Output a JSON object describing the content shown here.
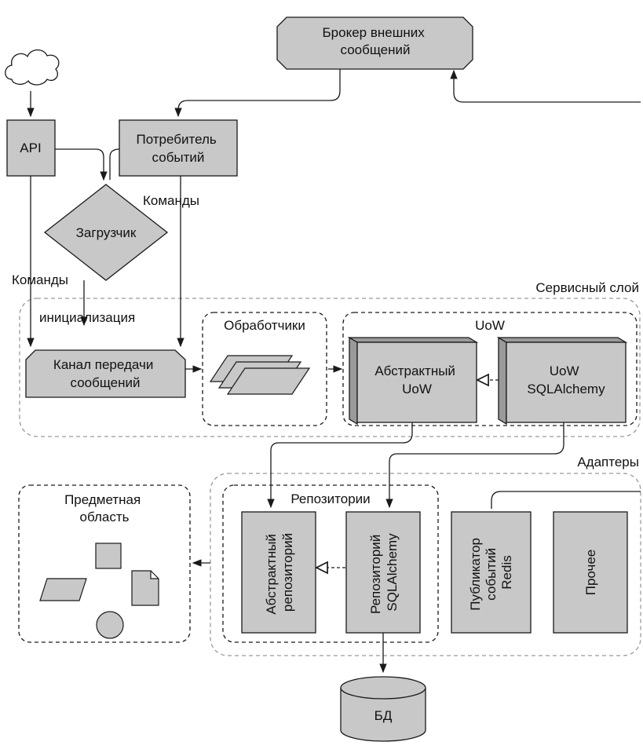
{
  "diagram": {
    "broker": "Брокер внешних сообщений",
    "broker_lines": [
      "Брокер внешних",
      "сообщений"
    ],
    "api": "API",
    "consumer_lines": [
      "Потребитель",
      "событий"
    ],
    "bootstrap": "Загрузчик",
    "commands_left": "Команды",
    "commands_right": "Команды",
    "init": "инициализация",
    "service_layer": "Сервисный слой",
    "bus_lines": [
      "Канал передачи",
      "сообщений"
    ],
    "handlers": "Обработчики",
    "uow_group": "UoW",
    "abstract_uow_lines": [
      "Абстрактный",
      "UoW"
    ],
    "sqlalchemy_uow_lines": [
      "UoW",
      "SQLAlchemy"
    ],
    "adapters": "Адаптеры",
    "domain_lines": [
      "Предметная",
      "область"
    ],
    "repositories": "Репозитории",
    "abstract_repo_lines": [
      "Абстрактный",
      "репозиторий"
    ],
    "sqlalchemy_repo_lines": [
      "Репозиторий",
      "SQLAlchemy"
    ],
    "redis_publisher_lines": [
      "Публикатор",
      "событий",
      "Redis"
    ],
    "other": "Прочее",
    "db": "БД"
  },
  "colors": {
    "fill": "#c8c8c8",
    "fill_dark": "#9a9a9a",
    "stroke": "#1a1a1a",
    "dashed_gray": "#9a9a9a"
  }
}
